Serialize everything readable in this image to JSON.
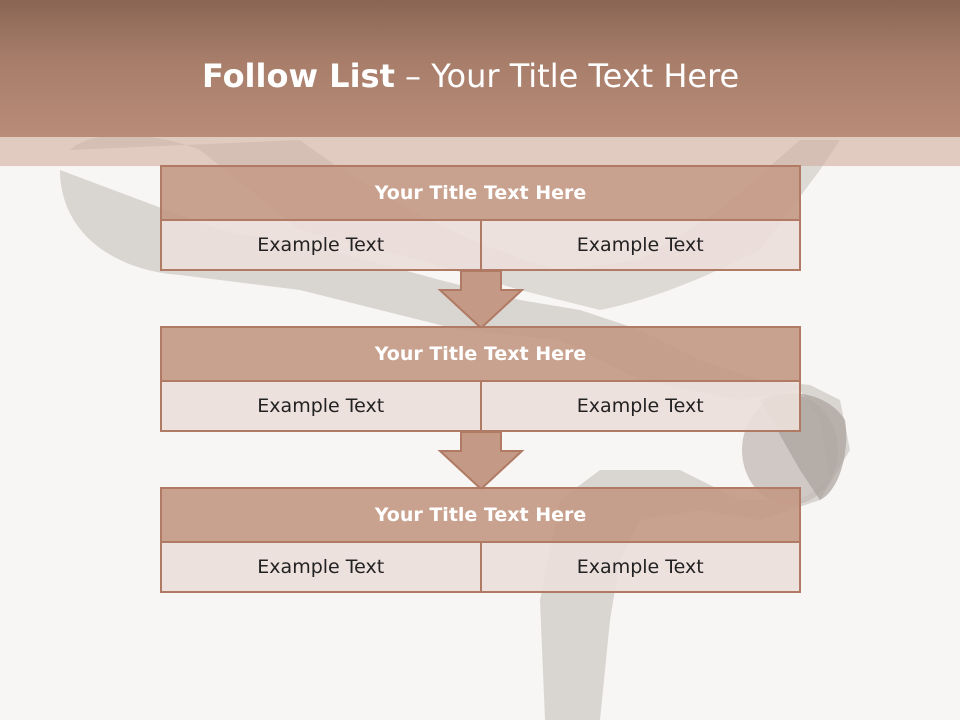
{
  "header": {
    "title_bold": "Follow List",
    "title_rest": " – Your Title Text Here"
  },
  "blocks": [
    {
      "title": "Your Title Text Here",
      "left": "Example Text",
      "right": "Example Text"
    },
    {
      "title": "Your Title Text Here",
      "left": "Example Text",
      "right": "Example Text"
    },
    {
      "title": "Your Title Text Here",
      "left": "Example Text",
      "right": "Example Text"
    }
  ],
  "colors": {
    "header": "#a87e6b",
    "block_title": "#c49a86",
    "block_cell": "#ecdeda",
    "border": "#b07a64"
  },
  "icons": [
    "down-arrow-icon",
    "down-arrow-icon"
  ]
}
